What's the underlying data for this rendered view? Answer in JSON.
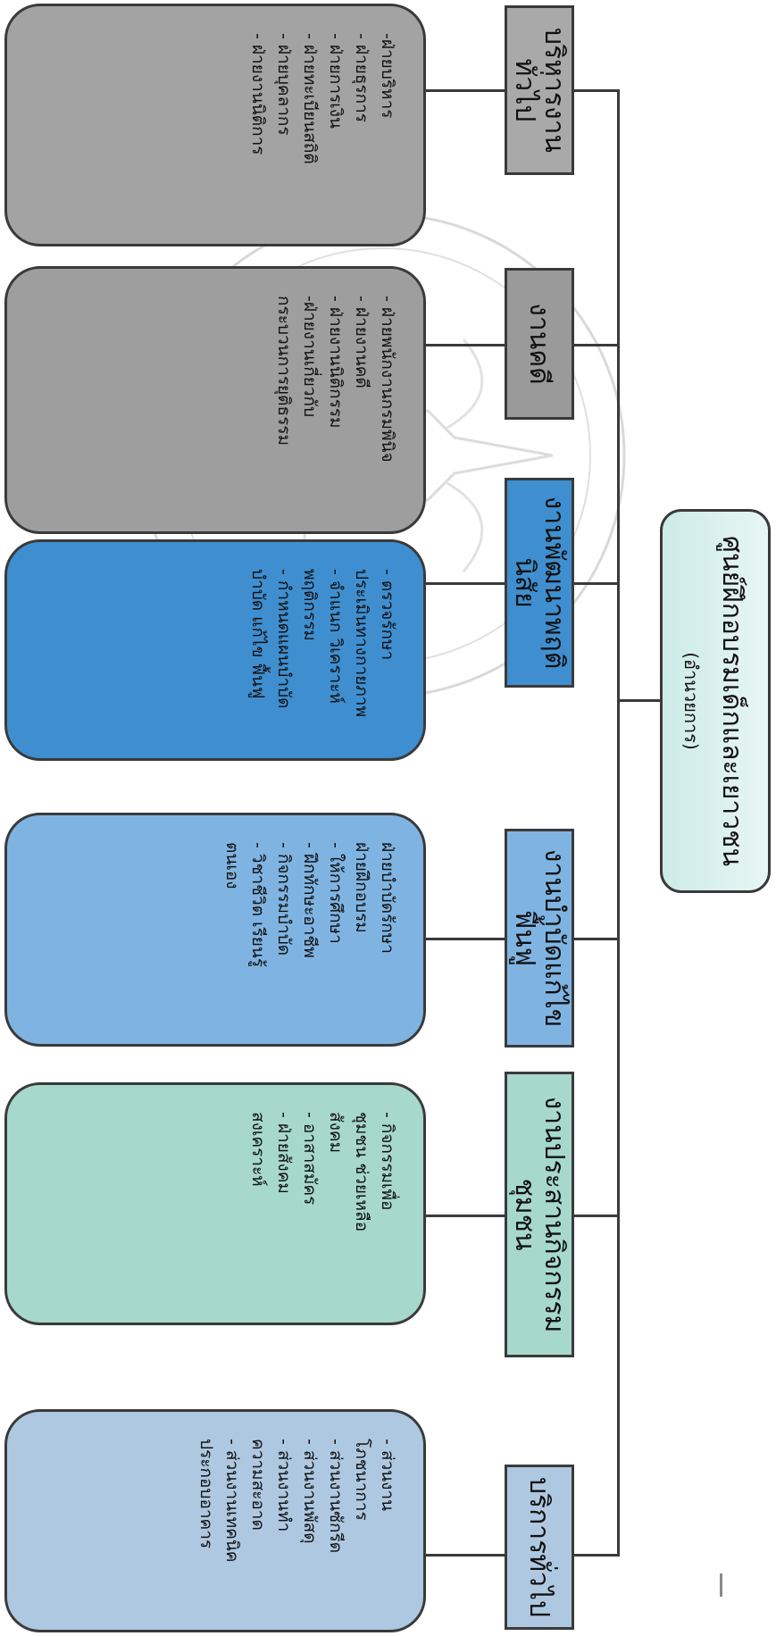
{
  "root": {
    "title": "ศูนย์ฝึกอบรมเด็กและเยาวชน",
    "subtitle": "(อำนวยการ)"
  },
  "units": [
    {
      "title": "บริหารงานทั่วไป",
      "items": [
        "-ฝ่ายบริหาร",
        "- ฝ่ายธุรการ",
        "- ฝ่ายการเงิน",
        "- ฝ่ายทะเบียนสถิติ",
        "- ฝ่ายบุคลากร",
        "- ฝ่ายงานนิติการ"
      ]
    },
    {
      "title": "งานคดี",
      "items": [
        "- ฝ่ายพนักงานกรมพินิจ",
        "- ฝ่ายงานคดี",
        "- ฝ่ายงานนิติกรรม",
        "-ฝ่ายงานเกี่ยวกับ",
        "กระบวนการยุติธรรม"
      ]
    },
    {
      "title": "งานพัฒนาพฤตินิสัย",
      "items": [
        "- ตรวจรักษา",
        "ประเมินทางกายภาพ",
        "- จำแนก วิเคราะห์",
        "พฤติกรรม",
        "- กำหนดแผนบำบัด",
        "บำบัด แก้ไข ฟื้นฟู"
      ]
    },
    {
      "title": "งานบำบัดแก้ไขฟื้นฟู",
      "items": [
        "ฝ่ายบำบัดรักษา",
        "ฝ่ายฝึกอบรม",
        "- ให้การศึกษา",
        "- ฝึกทักษะอาชีพ",
        "- กิจกรรมบำบัด",
        "- วิชาชีวิต เรียนรู้",
        "ตนเอง"
      ]
    },
    {
      "title": "งานประสานกิจกรรมชุมชน",
      "items": [
        "- กิจกรรมเพื่อ",
        "ชุมชน ช่วยเหลือ",
        "สังคม",
        "- อาสาสมัคร",
        "- ฝ่ายสังคม",
        "สงเคราะห์"
      ]
    },
    {
      "title": "บริการทั่วไป",
      "items": [
        "- ส่วนงาน",
        "โภชนาการ",
        "- ส่วนงานซักรีด",
        "- ส่วนงานพัสดุ",
        "- ส่วนงานทำ",
        "ความสะอาด",
        "- ส่วนงานเทคนิค",
        "ประกอบอาคาร"
      ]
    }
  ],
  "colors": {
    "unit1": "#a9a9a9",
    "unit2": "#9a9a9a",
    "unit3": "#3f8fd0",
    "unit4": "#7fb4e2",
    "unit5": "#a6d8cb",
    "unit6": "#aec8e1",
    "line": "#3a3a3a"
  }
}
